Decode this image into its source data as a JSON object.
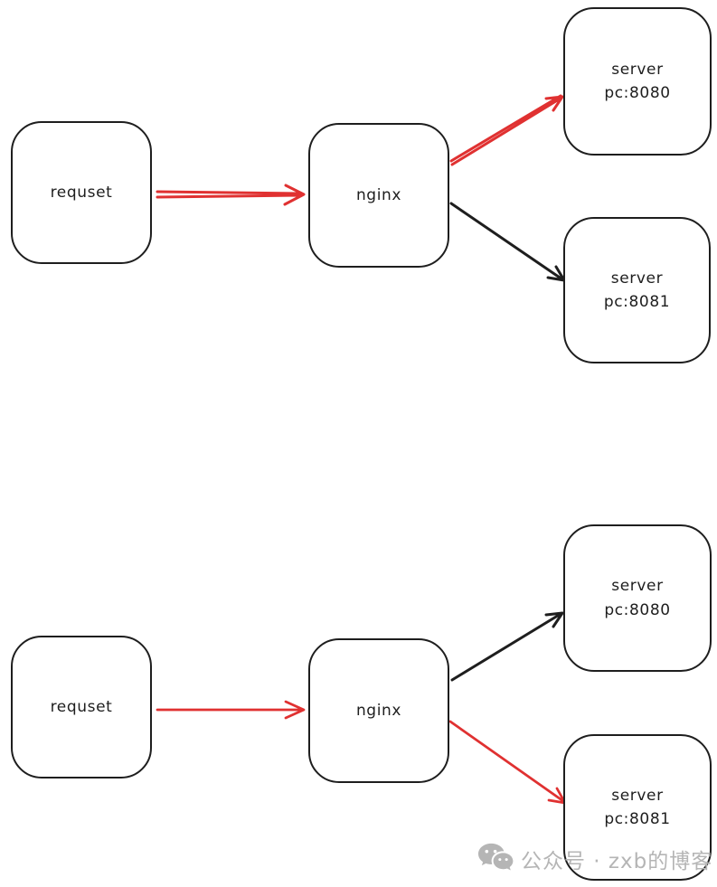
{
  "colors": {
    "stroke_black": "#1e1e1e",
    "arrow_red": "#e03131",
    "watermark_gray": "#b5b5b5"
  },
  "top_diagram": {
    "request_label": "requset",
    "nginx_label": "nginx",
    "server1_line1": "server",
    "server1_line2": "pc:8080",
    "server2_line1": "server",
    "server2_line2": "pc:8081"
  },
  "bottom_diagram": {
    "request_label": "requset",
    "nginx_label": "nginx",
    "server1_line1": "server",
    "server1_line2": "pc:8080",
    "server2_line1": "server",
    "server2_line2": "pc:8081"
  },
  "arrows": {
    "top_request_to_nginx": "#e03131",
    "top_nginx_to_8080": "#e03131",
    "top_nginx_to_8081": "#1e1e1e",
    "bottom_request_to_nginx": "#e03131",
    "bottom_nginx_to_8080": "#1e1e1e",
    "bottom_nginx_to_8081": "#e03131"
  },
  "watermark": {
    "text": "公众号 · zxb的博客"
  }
}
